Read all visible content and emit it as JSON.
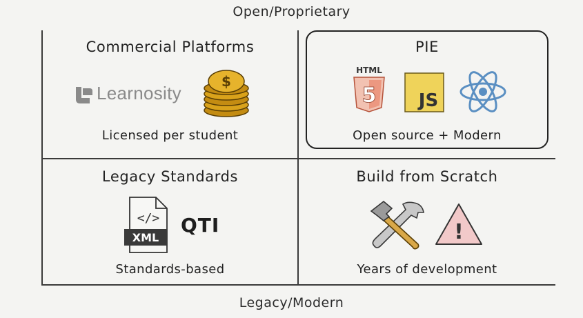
{
  "axes": {
    "top_label": "Open/Proprietary",
    "bottom_label": "Legacy/Modern"
  },
  "quadrants": {
    "commercial": {
      "title": "Commercial Platforms",
      "logo_text": "Learnosity",
      "caption": "Licensed per student",
      "icons": [
        "learnosity-logo-icon",
        "gold-coins-icon"
      ]
    },
    "pie": {
      "title": "PIE",
      "caption": "Open source + Modern",
      "icons": [
        "html5-icon",
        "javascript-icon",
        "react-icon"
      ],
      "html_label": "HTML",
      "html_shield_text": "5",
      "js_label": "JS",
      "highlight_color": "#222222"
    },
    "legacy": {
      "title": "Legacy Standards",
      "xml_code": "</>",
      "xml_label": "XML",
      "qti_text": "QTI",
      "caption": "Standards-based",
      "icons": [
        "xml-file-icon"
      ]
    },
    "scratch": {
      "title": "Build from Scratch",
      "caption": "Years of development",
      "icons": [
        "hammer-wrench-icon",
        "warning-icon"
      ],
      "warning_mark": "!"
    }
  },
  "colors": {
    "coin_gold": "#d9a21b",
    "html_orange": "#e8765a",
    "js_yellow": "#efd35a",
    "react_blue": "#5a8fc2",
    "warning_red": "#d86a6a"
  }
}
